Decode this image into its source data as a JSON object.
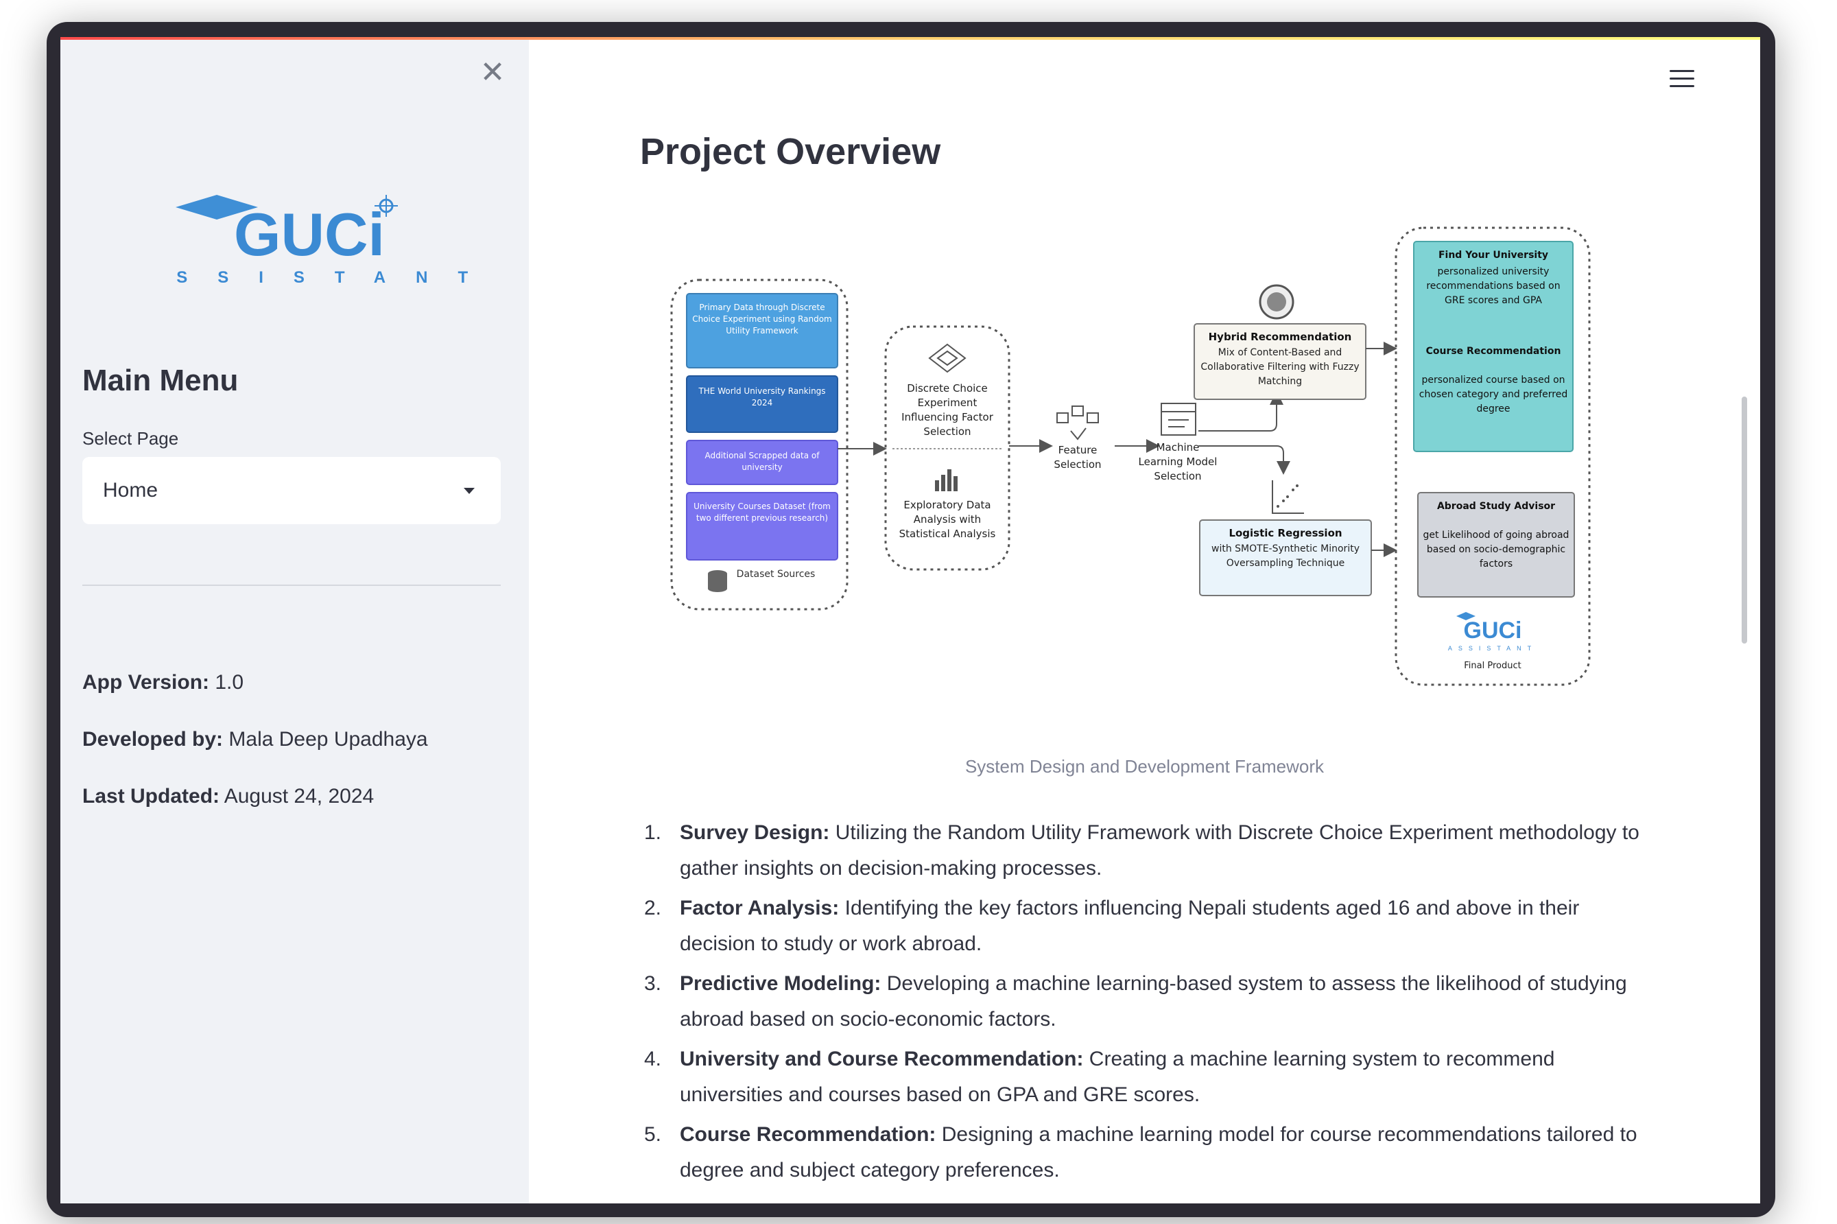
{
  "sidebar": {
    "close_icon": "close-icon",
    "logo": {
      "brand": "GUCi",
      "tagline": "ASSISTANT"
    },
    "menu_title": "Main Menu",
    "select_label": "Select Page",
    "select_value": "Home",
    "app_version_label": "App Version:",
    "app_version": "1.0",
    "developer_label": "Developed by:",
    "developer": "Mala Deep Upadhaya",
    "updated_label": "Last Updated:",
    "updated": "August 24, 2024"
  },
  "main": {
    "menu_icon": "hamburger-icon",
    "title": "Project Overview",
    "diagram": {
      "src1": "Primary Data through Discrete Choice Experiment using Random Utility Framework",
      "src2": "THE World University Rankings 2024",
      "src3": "Additional Scrapped data of university",
      "src4": "University Courses Dataset (from two different previous research)",
      "src_label": "Dataset Sources",
      "dce": "Discrete Choice Experiment Influencing Factor Selection",
      "eda": "Exploratory Data Analysis with Statistical Analysis",
      "feature": "Feature Selection",
      "mlsel": "Machine Learning Model Selection",
      "hybrid_title": "Hybrid Recommendation",
      "hybrid_desc": "Mix of Content-Based and Collaborative Filtering with Fuzzy Matching",
      "logreg_title": "Logistic Regression",
      "logreg_desc": "with SMOTE-Synthetic Minority Oversampling Technique",
      "find_title": "Find Your University",
      "find_desc": "personalized university recommendations based on GRE scores and GPA",
      "course_title": "Course Recommendation",
      "course_desc": "personalized course based on chosen category and preferred degree",
      "abroad_title": "Abroad Study Advisor",
      "abroad_desc": "get Likelihood of going abroad based on socio-demographic factors",
      "final_label": "Final Product"
    },
    "caption": "System Design and Development Framework",
    "steps": [
      {
        "num": "1.",
        "title": "Survey Design:",
        "text": " Utilizing the Random Utility Framework with Discrete Choice Experiment methodology to gather insights on decision-making processes."
      },
      {
        "num": "2.",
        "title": "Factor Analysis:",
        "text": " Identifying the key factors influencing Nepali students aged 16 and above in their decision to study or work abroad."
      },
      {
        "num": "3.",
        "title": "Predictive Modeling:",
        "text": " Developing a machine learning-based system to assess the likelihood of studying abroad based on socio-economic factors."
      },
      {
        "num": "4.",
        "title": "University and Course Recommendation:",
        "text": " Creating a machine learning system to recommend universities and courses based on GPA and GRE scores."
      },
      {
        "num": "5.",
        "title": "Course Recommendation:",
        "text": " Designing a machine learning model for course recommendations tailored to degree and subject category preferences."
      }
    ]
  }
}
